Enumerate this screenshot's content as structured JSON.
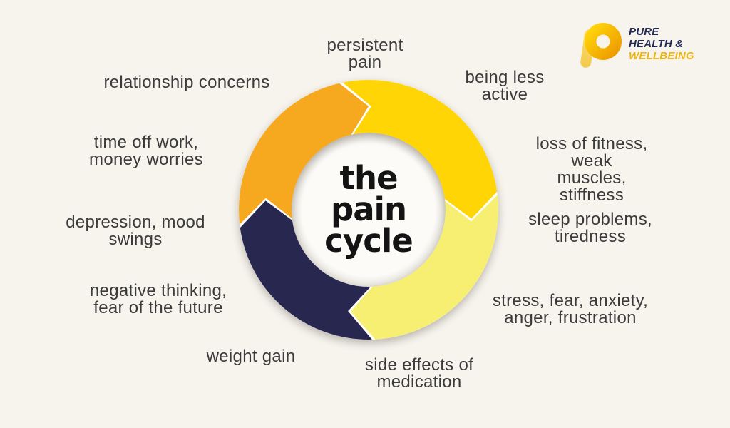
{
  "title": {
    "line1": "the",
    "line2": "pain",
    "line3": "cycle"
  },
  "logo": {
    "line1": "PURE",
    "line2": "HEALTH &",
    "line3": "WELLBEING"
  },
  "colors": {
    "background": "#F7F4EE",
    "label_text": "#3B3B3B",
    "title_text": "#141414",
    "logo_navy": "#242B55",
    "logo_gold": "#EFB312"
  },
  "ring": {
    "direction": "clockwise",
    "segments": [
      {
        "name": "top-right",
        "color": "#FFD506"
      },
      {
        "name": "bottom-right",
        "color": "#F6EF72"
      },
      {
        "name": "bottom-left",
        "color": "#282750"
      },
      {
        "name": "top-left",
        "color": "#F6A81F"
      }
    ]
  },
  "labels": [
    {
      "text": "persistent\npain"
    },
    {
      "text": "being less\nactive"
    },
    {
      "text": "loss of fitness, weak\nmuscles, stiffness"
    },
    {
      "text": "sleep problems,\ntiredness"
    },
    {
      "text": "stress, fear, anxiety,\nanger, frustration"
    },
    {
      "text": "side effects of\nmedication"
    },
    {
      "text": "weight gain"
    },
    {
      "text": "negative thinking,\nfear of the future"
    },
    {
      "text": "depression, mood\nswings"
    },
    {
      "text": "time off work,\nmoney worries"
    },
    {
      "text": "relationship concerns"
    }
  ]
}
